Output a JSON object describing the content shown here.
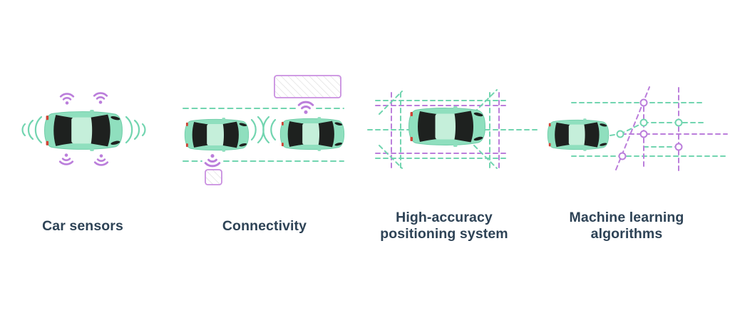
{
  "panels": [
    {
      "id": "car-sensors",
      "label": "Car sensors"
    },
    {
      "id": "connectivity",
      "label": "Connectivity"
    },
    {
      "id": "high-accuracy-positioning",
      "label": "High-accuracy\npositioning system"
    },
    {
      "id": "machine-learning",
      "label": "Machine learning\nalgorithms"
    }
  ],
  "colors": {
    "green": "#72D5B0",
    "purple": "#BB7EDB",
    "rect_border": "#C98FE0",
    "hatch": "#DCDCDC",
    "car_body": "#8FDFBE",
    "car_edge": "#6FCDA8",
    "car_roof": "#C5EFDA",
    "car_glass": "#1E211F",
    "tail_light": "#CF4436",
    "text": "#2E4356",
    "background": "#FFFFFF"
  }
}
